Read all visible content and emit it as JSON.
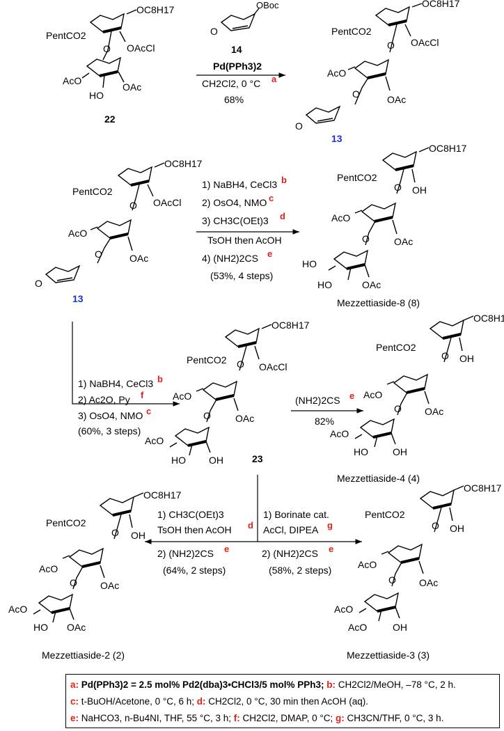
{
  "compounds": {
    "c22": "22",
    "c14": "14",
    "c13_top": "13",
    "c13_mid": "13",
    "c23": "23",
    "m8": "Mezzettiaside-8 (8)",
    "m4": "Mezzettiaside-4 (4)",
    "m2": "Mezzettiaside-2 (2)",
    "m3": "Mezzettiaside-3 (3)"
  },
  "substituents": {
    "oc8h17": "OC8H17",
    "pentco2": "PentCO2",
    "oaccl": "OAcCl",
    "aco": "AcO",
    "oac": "OAc",
    "ho": "HO",
    "oh": "OH",
    "oboc": "OBoc",
    "o": "O"
  },
  "step1": {
    "reagent_a": "Pd(PPh3)2",
    "reagent_b": "CH2Cl2, 0 °C",
    "note": "a",
    "yield": "68%"
  },
  "step2": {
    "l1": "1) NaBH4, CeCl3",
    "l1_note": "b",
    "l2": "2) OsO4, NMO",
    "l2_note": "c",
    "l3": "3) CH3C(OEt)3",
    "l3_note": "d",
    "l4": "TsOH then AcOH",
    "l5": "4) (NH2)2CS",
    "l5_note": "e",
    "yield": "(53%, 4 steps)"
  },
  "step3": {
    "l1": "1) NaBH4, CeCl3",
    "l1_note": "b",
    "l2": "2) Ac2O, Py",
    "l2_note": "f",
    "l3": "3) OsO4, NMO",
    "l3_note": "c",
    "yield": "(60%, 3 steps)"
  },
  "step4": {
    "reagent": "(NH2)2CS",
    "note": "e",
    "yield": "82%"
  },
  "step5": {
    "l1": "1) CH3C(OEt)3",
    "l2": "TsOH then AcOH",
    "l2_note": "d",
    "l3": "2) (NH2)2CS",
    "l3_note": "e",
    "yield": "(64%, 2 steps)"
  },
  "step6": {
    "l1": "1) Borinate cat.",
    "l2": "AcCl, DIPEA",
    "l2_note": "g",
    "l3": "2) (NH2)2CS",
    "l3_note": "e",
    "yield": "(58%, 2 steps)"
  },
  "footnotes": {
    "a_key": "a:",
    "a_text": "Pd(PPh3)2 = 2.5 mol% Pd2(dba)3•CHCl3/5 mol% PPh3;",
    "b_key": "b:",
    "b_text": "CH2Cl2/MeOH, –78 °C, 2 h.",
    "c_key": "c:",
    "c_text": "t-BuOH/Acetone, 0 °C, 6 h;",
    "d_key": "d:",
    "d_text": "CH2Cl2, 0 °C, 30 min then  AcOH (aq).",
    "e_key": "e:",
    "e_text": "NaHCO3, n-Bu4NI, THF, 55 °C, 3 h;",
    "f_key": "f:",
    "f_text": "CH2Cl2, DMAP, 0 °C;",
    "g_key": "g:",
    "g_text": "CH3CN/THF, 0 °C, 3 h."
  },
  "colors": {
    "compound_number": "#1f32d6",
    "footnote_letter": "#e0201b"
  }
}
